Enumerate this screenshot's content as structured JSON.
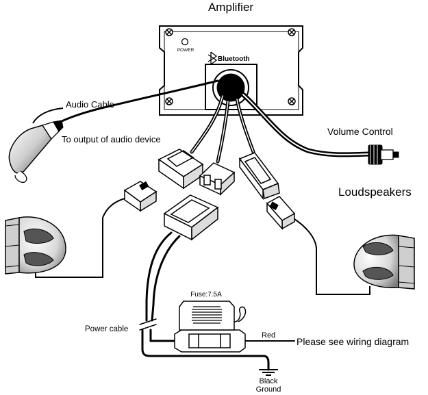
{
  "labels": {
    "amplifier": "Amplifier",
    "power": "POWER",
    "bluetooth": "Bluetooth",
    "audio_cable": "Audio Cable",
    "audio_output": "To output of audio device",
    "volume_control": "Volume Control",
    "loudspeakers": "Loudspeakers",
    "power_cable": "Power cable",
    "fuse": "Fuse:7.5A",
    "red": "Red",
    "wiring_note": "Please see wiring diagram",
    "black": "Black",
    "ground": "Ground"
  },
  "colors": {
    "ink": "#000000",
    "paper": "#ffffff",
    "shade": "#bdbdbd"
  }
}
